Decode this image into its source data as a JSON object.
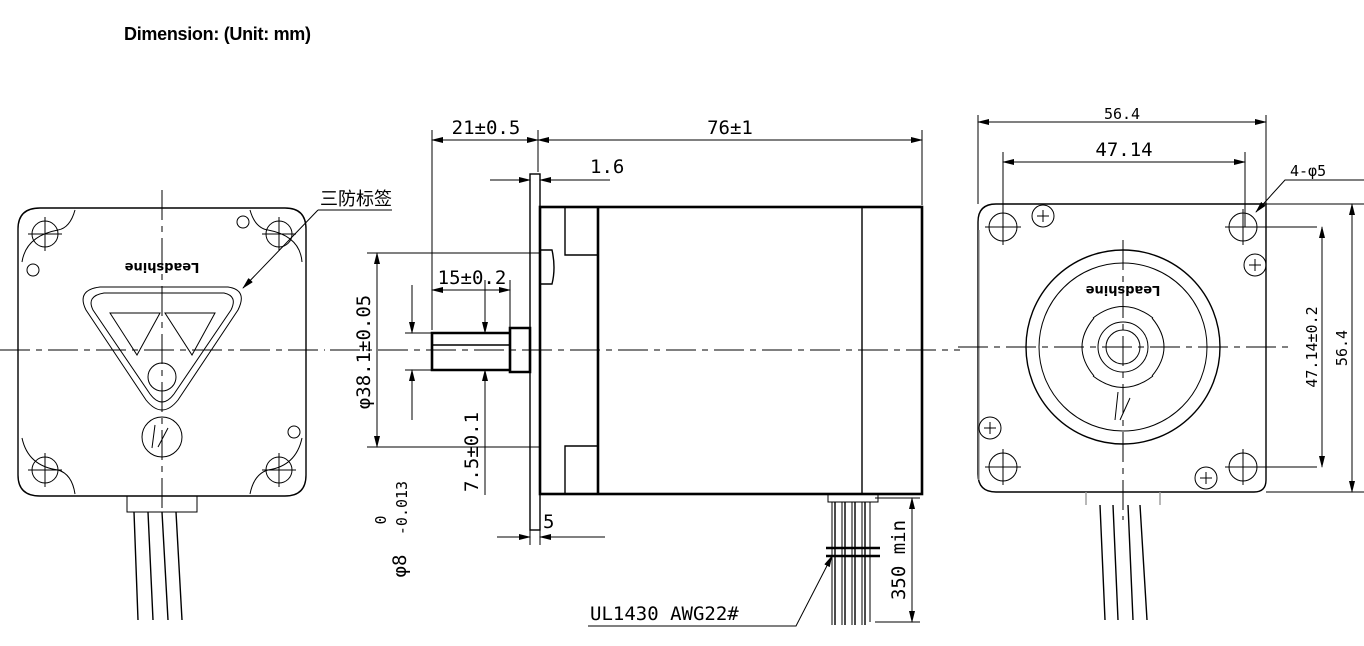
{
  "title": "Dimension: (Unit: mm)",
  "front_view": {
    "label_callout": "三防标签",
    "brand": "Leadshine"
  },
  "side_view": {
    "dims": {
      "shaft_length": "21±0.5",
      "body_length": "76±1",
      "flange_thickness": "1.6",
      "flat_length": "15±0.2",
      "boss_diameter": "φ38.1±0.05",
      "flat_depth": "7.5±0.1",
      "shaft_diameter": "φ8",
      "shaft_tol_upper": "0",
      "shaft_tol_lower": "-0.013",
      "boss_length": "5",
      "lead_length": "350 min"
    },
    "wire_spec": "UL1430 AWG22#"
  },
  "rear_view": {
    "brand": "Leadshine",
    "dims": {
      "width": "56.4",
      "hole_spacing_h": "47.14",
      "holes": "4-φ5",
      "hole_spacing_v": "47.14±0.2",
      "height": "56.4"
    }
  }
}
